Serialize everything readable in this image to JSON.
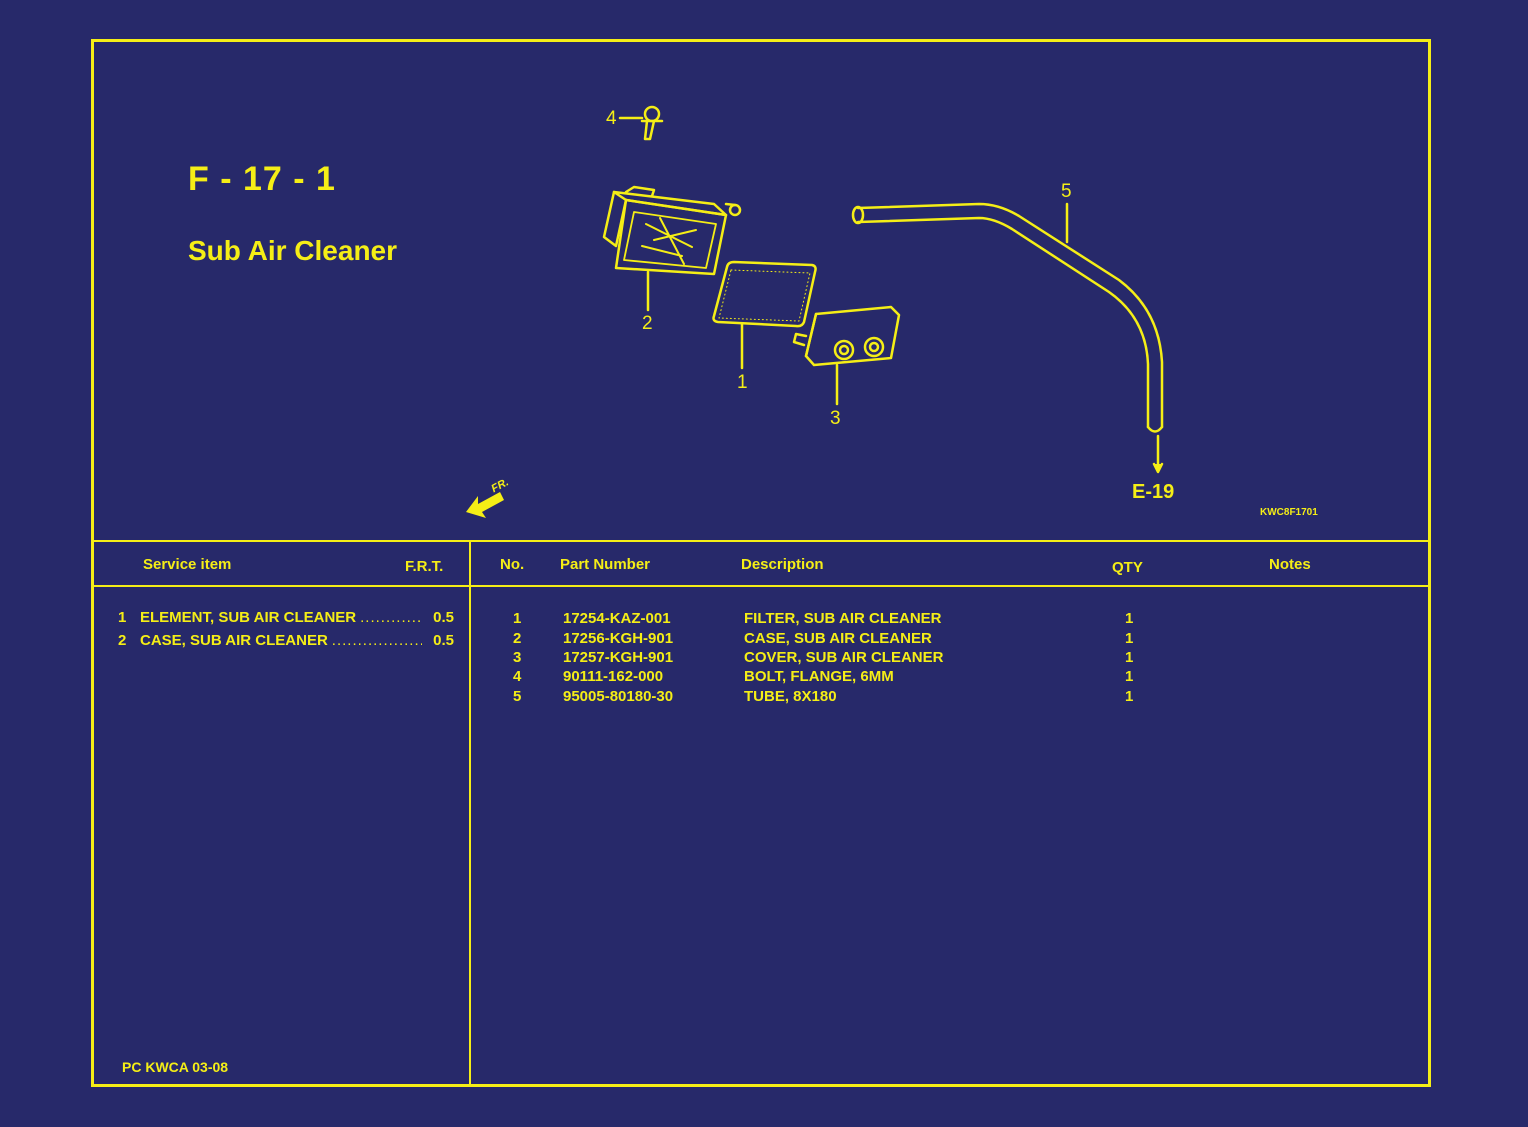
{
  "figure": {
    "id": "F - 17 - 1",
    "title": "Sub Air Cleaner",
    "ref_code": "KWC8F1701",
    "callouts": [
      "4",
      "2",
      "1",
      "3",
      "5"
    ],
    "connector_label": "E-19",
    "direction_label": "FR."
  },
  "service_table": {
    "headers": {
      "item": "Service item",
      "frt": "F.R.T."
    },
    "rows": [
      {
        "num": "1",
        "name": "ELEMENT, SUB AIR CLEANER",
        "frt": "0.5"
      },
      {
        "num": "2",
        "name": "CASE, SUB AIR CLEANER",
        "frt": "0.5"
      }
    ]
  },
  "parts_table": {
    "headers": {
      "no": "No.",
      "part_number": "Part Number",
      "description": "Description",
      "qty": "QTY",
      "notes": "Notes"
    },
    "rows": [
      {
        "no": "1",
        "part_number": "17254-KAZ-001",
        "description": "FILTER, SUB AIR CLEANER",
        "qty": "1"
      },
      {
        "no": "2",
        "part_number": "17256-KGH-901",
        "description": "CASE, SUB AIR CLEANER",
        "qty": "1"
      },
      {
        "no": "3",
        "part_number": "17257-KGH-901",
        "description": "COVER, SUB AIR CLEANER",
        "qty": "1"
      },
      {
        "no": "4",
        "part_number": "90111-162-000",
        "description": "BOLT, FLANGE, 6MM",
        "qty": "1"
      },
      {
        "no": "5",
        "part_number": "95005-80180-30",
        "description": "TUBE, 8X180",
        "qty": "1"
      }
    ]
  },
  "footer": "PC KWCA 03-08",
  "colors": {
    "background": "#27296a",
    "line": "#f5ee16"
  }
}
